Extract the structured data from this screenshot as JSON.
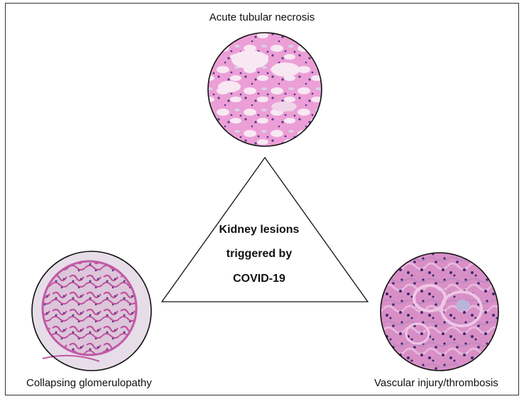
{
  "diagram": {
    "top_label": "Acute tubular necrosis",
    "left_label": "Collapsing glomerulopathy",
    "right_label": "Vascular injury/thrombosis",
    "center_lines": [
      "Kidney lesions",
      "triggered by",
      "COVID-19"
    ]
  },
  "colors": {
    "stain_pink": "#d98cc8",
    "stain_purple": "#6b3f8e",
    "stain_light": "#f2e4f0",
    "border": "#111111"
  }
}
